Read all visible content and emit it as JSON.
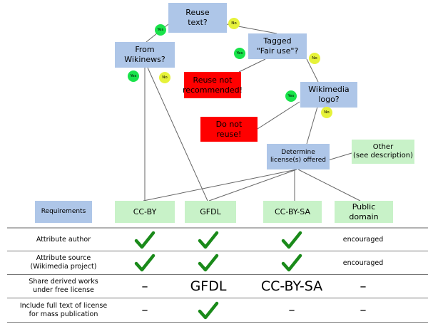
{
  "flowchart": {
    "reuse_text": "Reuse\ntext?",
    "from_wikinews": "From\nWikinews?",
    "tagged_fair_use": "Tagged\n\"Fair use\"?",
    "reuse_not_recommended": "Reuse not\nrecommended!",
    "wikimedia_logo": "Wikimedia\nlogo?",
    "do_not_reuse": "Do not\nreuse!",
    "determine_licenses": "Determine\nlicense(s) offered",
    "other": "Other\n(see description)",
    "yes": "Yes",
    "no": "No"
  },
  "table": {
    "header": {
      "requirements": "Requirements",
      "licenses": [
        "CC-BY",
        "GFDL",
        "CC-BY-SA",
        "Public\ndomain"
      ]
    },
    "rows": [
      {
        "label": "Attribute author",
        "cells": [
          "check",
          "check",
          "check",
          "encouraged"
        ]
      },
      {
        "label": "Attribute source\n(Wikimedia project)",
        "cells": [
          "check",
          "check",
          "check",
          "encouraged"
        ]
      },
      {
        "label": "Share derived works\nunder free license",
        "cells": [
          "–",
          "GFDL",
          "CC-BY-SA",
          "–"
        ]
      },
      {
        "label": "Include full text of license\nfor mass publication",
        "cells": [
          "–",
          "check",
          "–",
          "–"
        ]
      }
    ]
  },
  "colors": {
    "decision": "#aec6e8",
    "stop": "#ff0000",
    "license": "#c8f2c8",
    "yes_badge": "#19e34a",
    "no_badge": "#e6f23a",
    "check": "#1a8a1a"
  }
}
